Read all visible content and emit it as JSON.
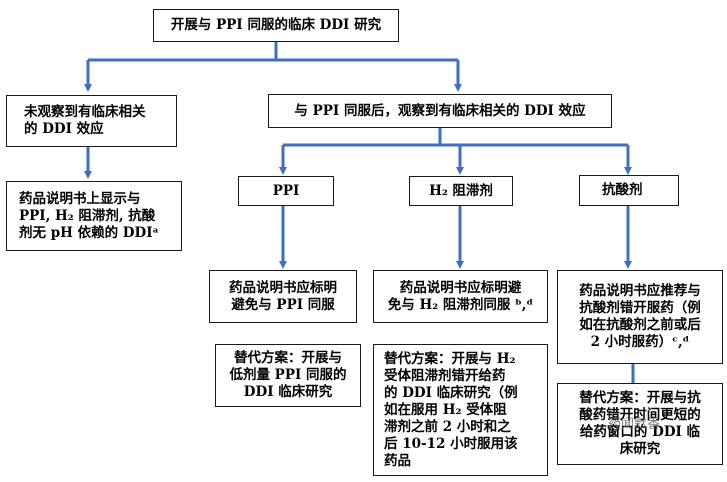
{
  "colors": {
    "arrow": "#3d6fc4",
    "border": "#1a1a1a"
  },
  "nodes": {
    "root": "开展与 PPI 同服的临床 DDI 研究",
    "no_effect": "未观察到有临床相关\n的 DDI 效应",
    "effect": "与 PPI 同服后，观察到有临床相关的 DDI 效应",
    "no_effect_label": "药品说明书上显示与\nPPI, H₂ 阻滞剂, 抗酸\n剂无 pH 依赖的 DDIᵃ",
    "ppi": "PPI",
    "h2": "H₂ 阻滞剂",
    "antacid": "抗酸剂",
    "ppi_label": "药品说明书应标明\n避免与 PPI 同服",
    "h2_label": "药品说明书应标明避\n免与 H₂ 阻滞剂同服 ᵇ,ᵈ",
    "antacid_label": "药品说明书应推荐与\n抗酸剂错开服药（例\n如在抗酸剂之前或后\n2 小时服药）ᶜ,ᵈ",
    "ppi_alt": "替代方案：开展与\n低剂量 PPI 同服的\nDDI 临床研究",
    "h2_alt": "替代方案：开展与 H₂\n受体阻滞剂错开给药\n的 DDI 临床研究（例\n如在服用 H₂ 受体阻\n滞剂之前 2 小时和之\n后 10-12 小时服用该\n药品",
    "antacid_alt": "替代方案：开展与抗\n酸药错开时间更短的\n给药窗口的 DDI 临\n床研究"
  },
  "watermark": "药闻默香"
}
